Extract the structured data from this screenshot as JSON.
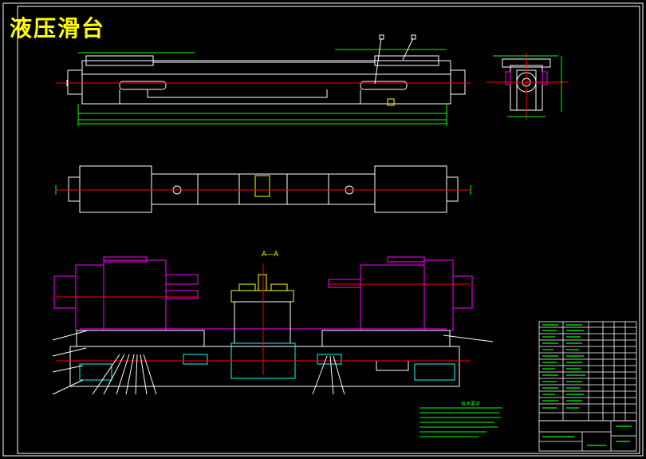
{
  "title": "液压滑台",
  "section_label": "A—A",
  "tech_requirements_title": "技术要求",
  "colors": {
    "background": "#000000",
    "frame": "#ffffff",
    "outline": "#ffffff",
    "center_line": "#ff0000",
    "hidden_part": "#ff00ff",
    "dimension": "#00ff00",
    "hatch": "#00ffff",
    "fixture": "#ffff00",
    "title_text": "#ffff00"
  }
}
